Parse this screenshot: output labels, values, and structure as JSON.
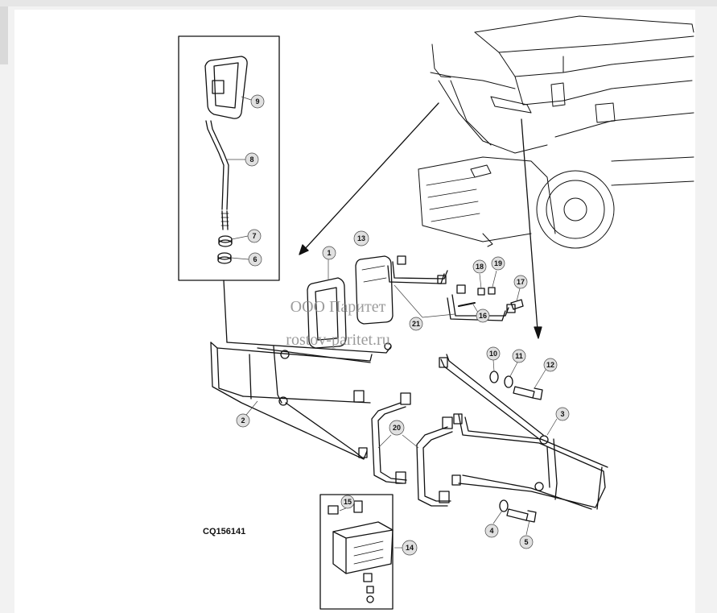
{
  "figure_id": "CQ156141",
  "watermark": {
    "line1": "ООО Паритет",
    "line2": "rostov-paritet.ru"
  },
  "callouts": [
    "1",
    "2",
    "3",
    "4",
    "5",
    "6",
    "7",
    "8",
    "9",
    "10",
    "11",
    "12",
    "13",
    "14",
    "15",
    "16",
    "17",
    "18",
    "19",
    "20",
    "21"
  ],
  "colors": {
    "ink": "#111111",
    "callout_fill": "#e0e0e0",
    "watermark": "#8a8a8a"
  }
}
